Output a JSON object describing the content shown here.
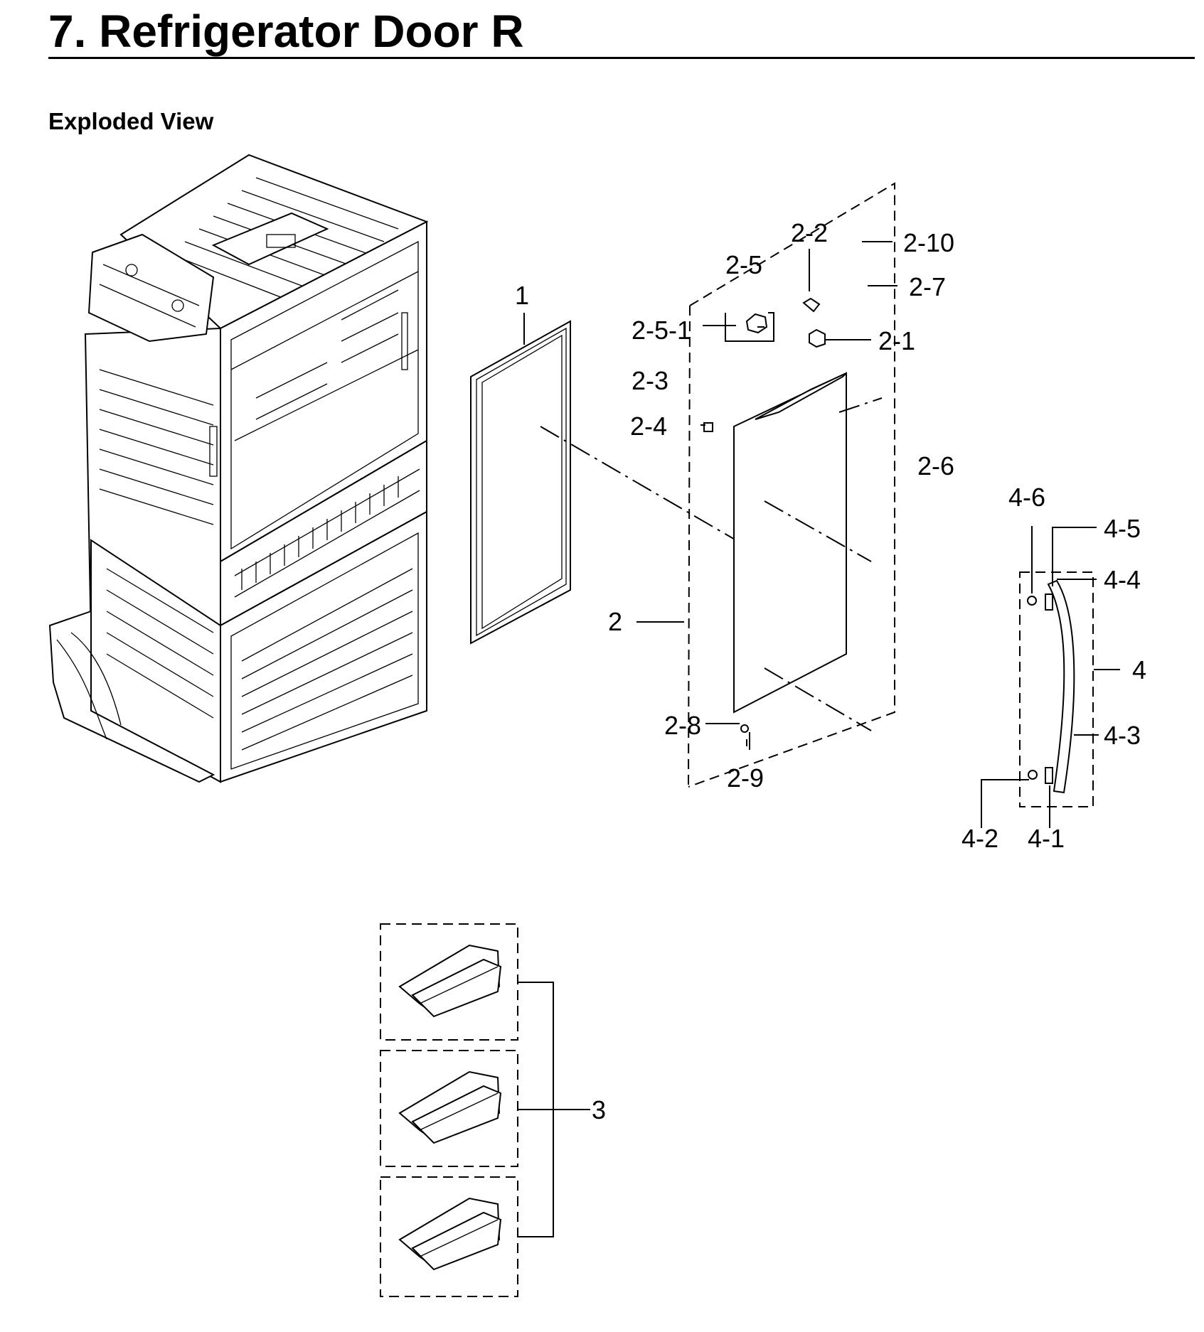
{
  "header": {
    "title": "7.  Refrigerator Door R",
    "subtitle": "Exploded View"
  },
  "callouts": {
    "p1": "1",
    "p2": "2",
    "p2_1": "2-1",
    "p2_2": "2-2",
    "p2_3": "2-3",
    "p2_4": "2-4",
    "p2_5": "2-5",
    "p2_5_1": "2-5-1",
    "p2_6": "2-6",
    "p2_7": "2-7",
    "p2_8": "2-8",
    "p2_9": "2-9",
    "p2_10": "2-10",
    "p3": "3",
    "p4": "4",
    "p4_1": "4-1",
    "p4_2": "4-2",
    "p4_3": "4-3",
    "p4_4": "4-4",
    "p4_5": "4-5",
    "p4_6": "4-6"
  }
}
